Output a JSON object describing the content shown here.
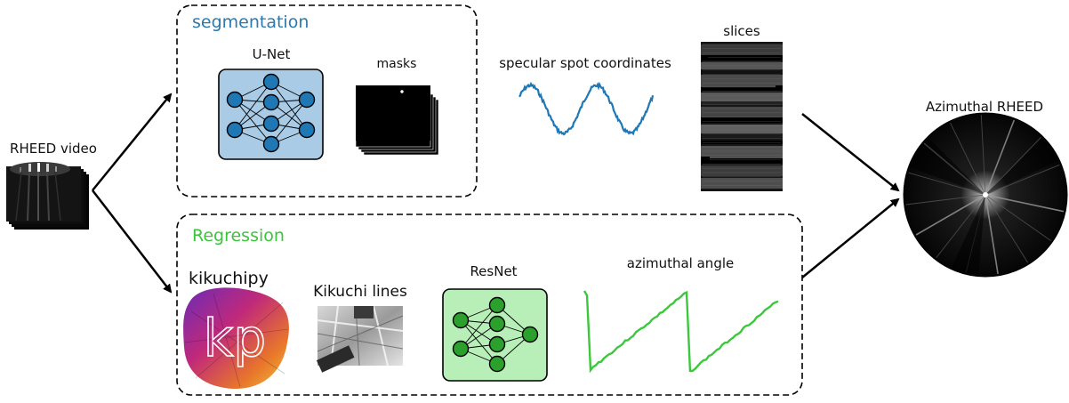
{
  "input": {
    "label": "RHEED video"
  },
  "output": {
    "label": "Azimuthal RHEED"
  },
  "segmentation": {
    "title": "segmentation",
    "title_color": "#2a7ab0",
    "unet_label": "U-Net",
    "masks_label": "masks",
    "spot_label": "specular spot coordinates",
    "slices_label": "slices",
    "unet_fill": "#a9cbe6",
    "node_color": "#1f77b4",
    "curve_color": "#1f77b4"
  },
  "regression": {
    "title": "Regression",
    "title_color": "#3cc43c",
    "kikuchipy_label": "kikuchipy",
    "logo_text": "kp",
    "kikuchi_label": "Kikuchi lines",
    "resnet_label": "ResNet",
    "angle_label": "azimuthal angle",
    "resnet_fill": "#b8eeb8",
    "node_color": "#2ca02c",
    "curve_color": "#3cc83c"
  },
  "icons": {
    "input": "rheed-video-frames-icon",
    "output": "azimuthal-rheed-pattern-icon",
    "unet": "neural-network-icon",
    "resnet": "neural-network-icon",
    "masks": "mask-stack-icon",
    "slices": "slices-image-icon",
    "kikuchipy": "kikuchipy-logo-icon",
    "kikuchi": "kikuchi-pattern-icon"
  }
}
